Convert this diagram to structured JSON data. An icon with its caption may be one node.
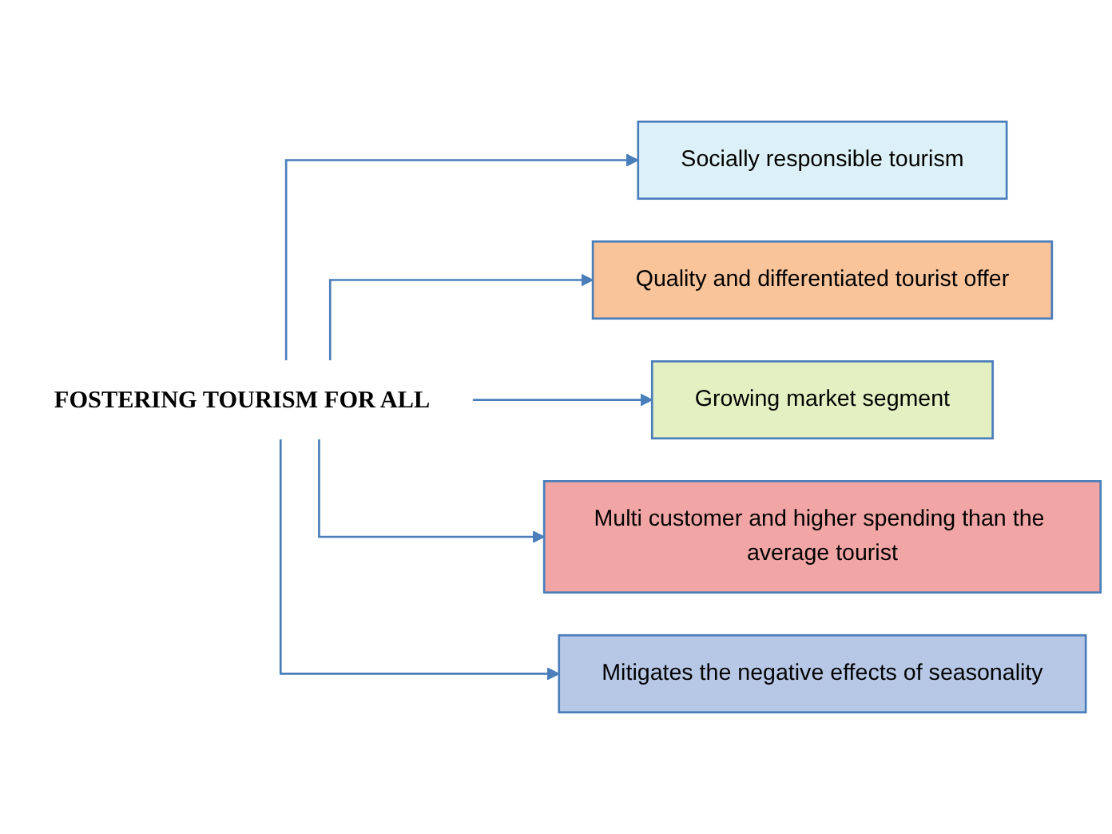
{
  "diagram": {
    "nodes": [
      {
        "text": [
          "FOSTERING TOURISM FOR ALL"
        ]
      },
      {
        "text": [
          "Socially responsible tourism"
        ]
      },
      {
        "text": [
          "Quality and differentiated tourist offer"
        ]
      },
      {
        "text": [
          "Growing market segment"
        ]
      },
      {
        "text": [
          "Multi customer and higher spending than the average tourist"
        ]
      },
      {
        "text": [
          "Mitigates the negative effects of seasonality"
        ]
      }
    ],
    "edges": [
      {
        "from": 0,
        "to": 1,
        "arrow": "to"
      },
      {
        "from": 0,
        "to": 2,
        "arrow": "to"
      },
      {
        "from": 0,
        "to": 3,
        "arrow": "to"
      },
      {
        "from": 0,
        "to": 4,
        "arrow": "to"
      },
      {
        "from": 0,
        "to": 5,
        "arrow": "to"
      }
    ]
  }
}
